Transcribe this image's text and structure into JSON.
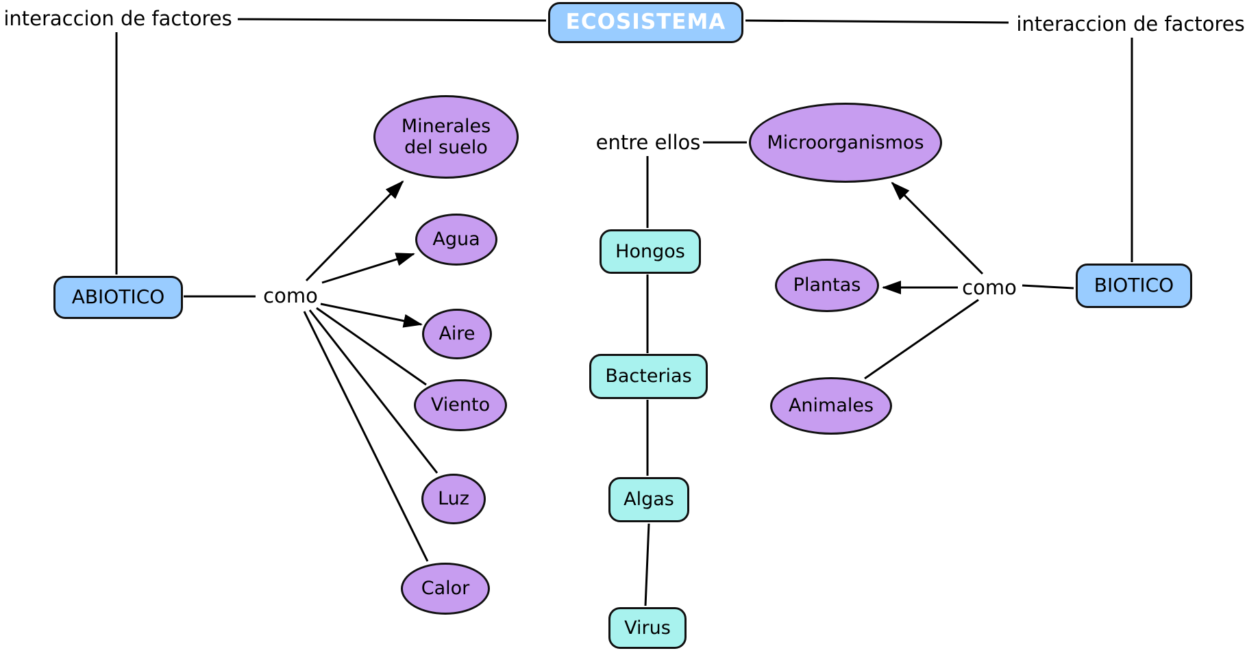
{
  "diagram": {
    "type": "concept-map",
    "background": "#ffffff",
    "colors": {
      "concept_blue": "#99ccff",
      "concept_purple": "#c79df0",
      "concept_cyan": "#a8f2ee",
      "outline": "#111111",
      "line": "#000000",
      "root_text": "#ffffff",
      "node_text": "#000000"
    },
    "root": {
      "label": "ECOSISTEMA"
    },
    "link_labels": {
      "interaccion_left": "interaccion de factores",
      "interaccion_right": "interaccion de factores",
      "como_left": "como",
      "como_right": "como",
      "entre_ellos": "entre ellos"
    },
    "abiotic": {
      "label": "ABIOTICO",
      "factors": [
        "Minerales del suelo",
        "Agua",
        "Aire",
        "Viento",
        "Luz",
        "Calor"
      ]
    },
    "biotic": {
      "label": "BIOTICO",
      "groups": [
        "Microorganismos",
        "Plantas",
        "Animales"
      ],
      "microorganism_types": [
        "Hongos",
        "Bacterias",
        "Algas",
        "Virus"
      ]
    }
  }
}
